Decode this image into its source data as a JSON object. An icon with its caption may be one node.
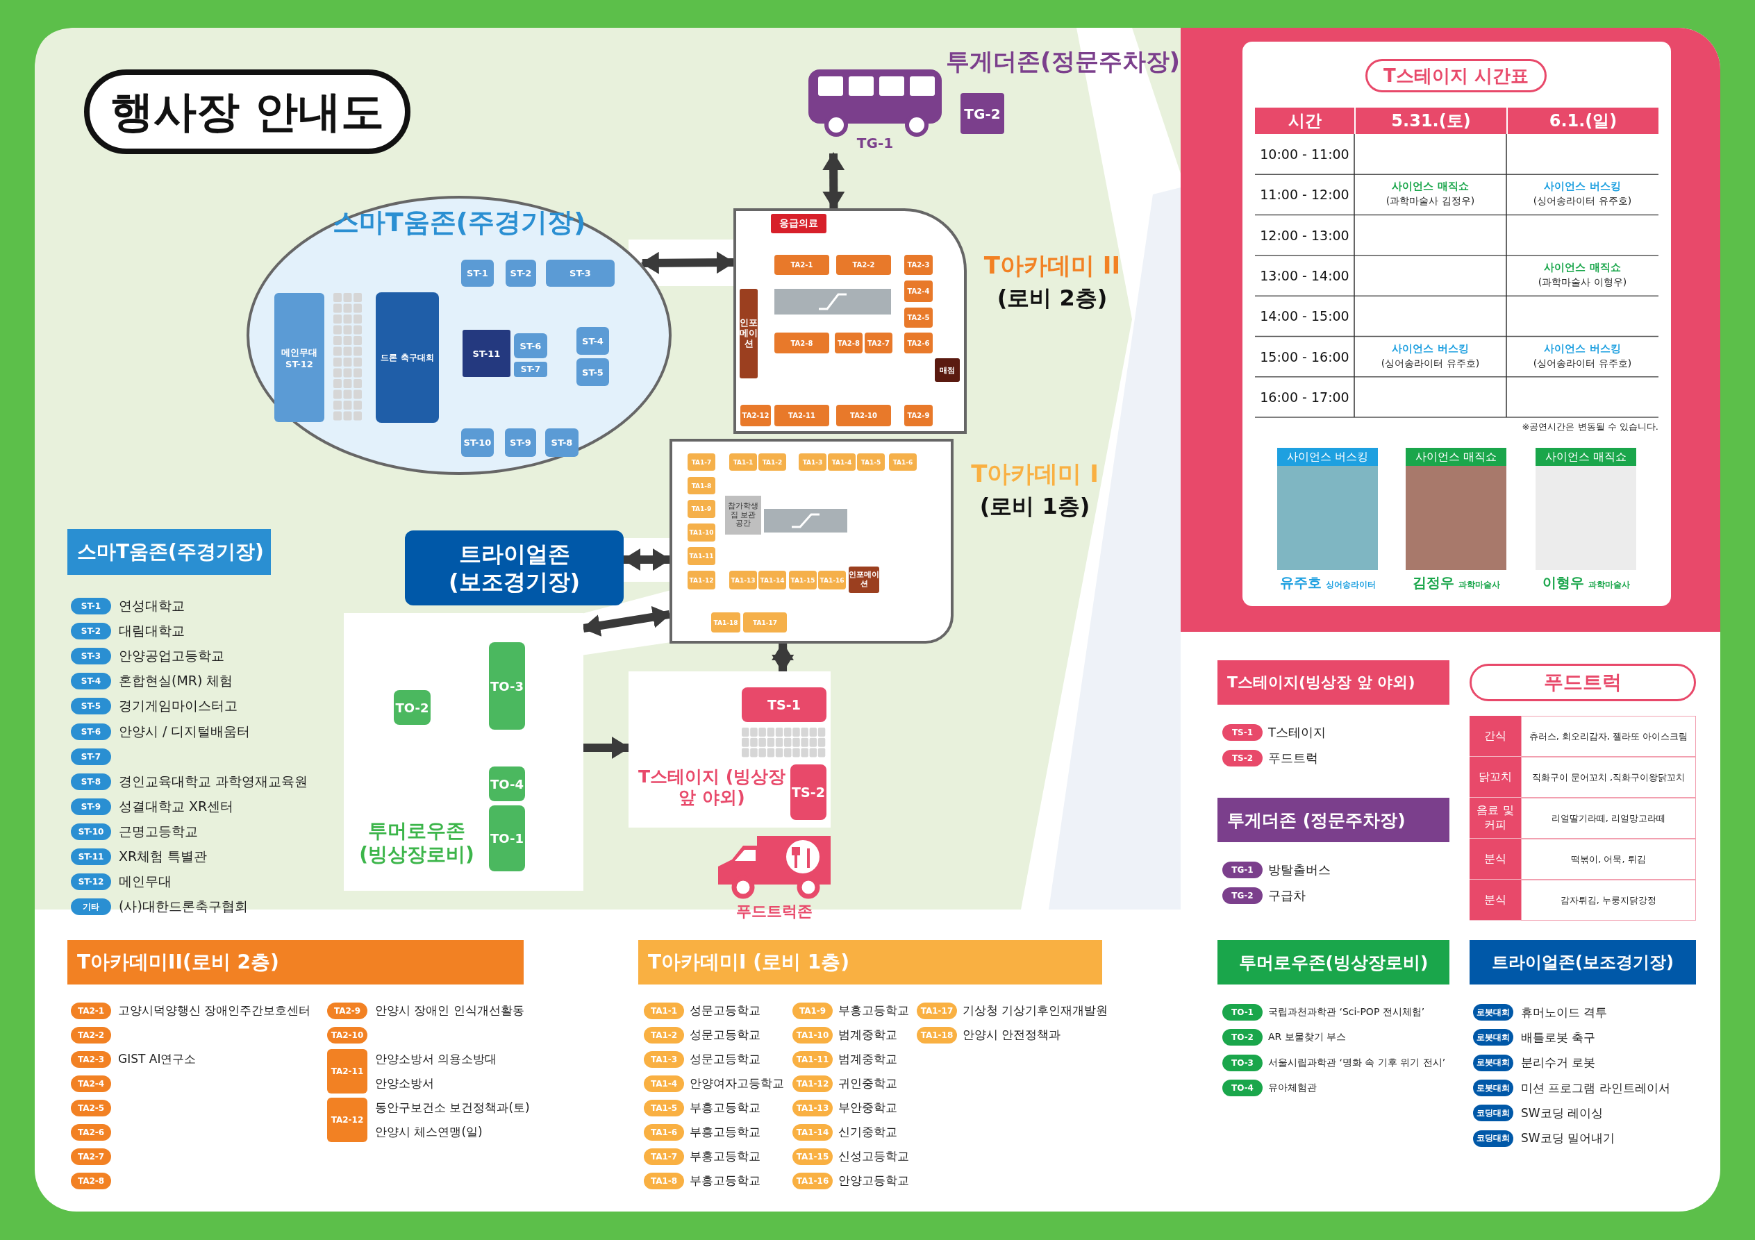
{
  "diagram": {
    "title": "행사장 안내도",
    "nodes": [
      {
        "text": [
          "TG-1"
        ]
      },
      {
        "text": [
          "TG-2"
        ]
      },
      {
        "text": [
          "스마T움존(주경기장)"
        ]
      },
      {
        "text": [
          "ST-1"
        ],
        "in": 2
      },
      {
        "text": [
          "ST-2"
        ],
        "in": 2
      },
      {
        "text": [
          "ST-3"
        ],
        "in": 2
      },
      {
        "text": [
          "메인무대",
          "ST-12"
        ],
        "in": 2
      },
      {
        "text": [
          "드론 축구대회"
        ],
        "in": 2
      },
      {
        "text": [
          "ST-11"
        ],
        "in": 2
      },
      {
        "text": [
          "ST-6"
        ],
        "in": 2
      },
      {
        "text": [
          "ST-4"
        ],
        "in": 2
      },
      {
        "text": [
          "ST-7"
        ],
        "in": 2
      },
      {
        "text": [
          "ST-5"
        ],
        "in": 2
      },
      {
        "text": [
          "ST-10"
        ],
        "in": 2
      },
      {
        "text": [
          "ST-9"
        ],
        "in": 2
      },
      {
        "text": [
          "ST-8"
        ],
        "in": 2
      },
      {
        "text": [
          "T아카데미 II",
          "(로비 2층)"
        ]
      },
      {
        "text": [
          "응급의료"
        ],
        "in": 16
      },
      {
        "text": [
          "TA2-1"
        ],
        "in": 16
      },
      {
        "text": [
          "TA2-2"
        ],
        "in": 16
      },
      {
        "text": [
          "TA2-3"
        ],
        "in": 16
      },
      {
        "text": [
          "TA2-4"
        ],
        "in": 16
      },
      {
        "text": [
          "인포메이션"
        ],
        "in": 16
      },
      {
        "text": [
          "TA2-5"
        ],
        "in": 16
      },
      {
        "text": [
          "TA2-8"
        ],
        "in": 16
      },
      {
        "text": [
          "TA2-8"
        ],
        "in": 16
      },
      {
        "text": [
          "TA2-7"
        ],
        "in": 16
      },
      {
        "text": [
          "TA2-6"
        ],
        "in": 16
      },
      {
        "text": [
          "매점"
        ],
        "in": 16
      },
      {
        "text": [
          "TA2-12"
        ],
        "in": 16
      },
      {
        "text": [
          "TA2-11"
        ],
        "in": 16
      },
      {
        "text": [
          "TA2-10"
        ],
        "in": 16
      },
      {
        "text": [
          "TA2-9"
        ],
        "in": 16
      },
      {
        "text": [
          "T아카데미 I",
          "(로비 1층)"
        ]
      },
      {
        "text": [
          "TA1-7"
        ],
        "in": 33
      },
      {
        "text": [
          "TA1-1"
        ],
        "in": 33
      },
      {
        "text": [
          "TA1-2"
        ],
        "in": 33
      },
      {
        "text": [
          "TA1-3"
        ],
        "in": 33
      },
      {
        "text": [
          "TA1-4"
        ],
        "in": 33
      },
      {
        "text": [
          "TA1-5"
        ],
        "in": 33
      },
      {
        "text": [
          "TA1-6"
        ],
        "in": 33
      },
      {
        "text": [
          "TA1-8"
        ],
        "in": 33
      },
      {
        "text": [
          "TA1-9"
        ],
        "in": 33
      },
      {
        "text": [
          "참가학생 짐 보관 공간"
        ],
        "in": 33
      },
      {
        "text": [
          "TA1-10"
        ],
        "in": 33
      },
      {
        "text": [
          "TA1-11"
        ],
        "in": 33
      },
      {
        "text": [
          "TA1-12"
        ],
        "in": 33
      },
      {
        "text": [
          "TA1-13"
        ],
        "in": 33
      },
      {
        "text": [
          "TA1-14"
        ],
        "in": 33
      },
      {
        "text": [
          "TA1-15"
        ],
        "in": 33
      },
      {
        "text": [
          "TA1-16"
        ],
        "in": 33
      },
      {
        "text": [
          "인포메이션"
        ],
        "in": 33
      },
      {
        "text": [
          "TA1-18"
        ],
        "in": 33
      },
      {
        "text": [
          "TA1-17"
        ],
        "in": 33
      },
      {
        "text": [
          "트라이얼존 (보조경기장)"
        ]
      },
      {
        "text": [
          "투머로우존 (빙상장로비)"
        ]
      },
      {
        "text": [
          "TO-2"
        ],
        "in": 55
      },
      {
        "text": [
          "TO-3"
        ],
        "in": 55
      },
      {
        "text": [
          "TO-4"
        ],
        "in": 55
      },
      {
        "text": [
          "TO-1"
        ],
        "in": 55
      },
      {
        "text": [
          "T스테이지 (빙상장 앞 야외)"
        ]
      },
      {
        "text": [
          "TS-1"
        ],
        "in": 60
      },
      {
        "text": [
          "TS-2"
        ],
        "in": 60
      },
      {
        "text": [
          "푸드트럭존"
        ]
      }
    ],
    "edges": [
      {
        "from": 16,
        "to": 0,
        "arrow": "both"
      },
      {
        "from": 2,
        "to": 16,
        "arrow": "both"
      },
      {
        "from": 54,
        "to": 33,
        "arrow": "both"
      },
      {
        "from": 55,
        "to": 33,
        "arrow": "both"
      },
      {
        "from": 33,
        "to": 60,
        "arrow": "both"
      },
      {
        "from": 55,
        "to": 60,
        "arrow": "to"
      }
    ],
    "labels": [
      "투게더존(정문주차장)",
      "T스테이지 시간표",
      "시간",
      "5.31.(토)",
      "6.1.(일)",
      "10:00 - 11:00",
      "11:00 - 12:00",
      "사이언스 매직쇼",
      "(과학마술사 김정우)",
      "사이언스 버스킹",
      "(싱어송라이터 유주호)",
      "12:00 - 13:00",
      "13:00 - 14:00",
      "사이언스 매직쇼",
      "(과학마술사 이형우)",
      "14:00 - 15:00",
      "15:00 - 16:00",
      "사이언스 버스킹",
      "(싱어송라이터 유주호)",
      "사이언스 버스킹",
      "(싱어송라이터 유주호)",
      "16:00 - 17:00",
      "※공연시간은 변동될 수 있습니다.",
      "사이언스 버스킹",
      "유주호",
      "싱어송라이터",
      "사이언스 매직쇼",
      "김정우",
      "과학마술사",
      "사이언스 매직쇼",
      "이형우",
      "과학마술사",
      "스마T움존(주경기장)",
      "ST-1",
      "연성대학교",
      "ST-2",
      "대림대학교",
      "ST-3",
      "안양공업고등학교",
      "ST-4",
      "혼합현실(MR) 체험",
      "ST-5",
      "경기게임마이스터고",
      "ST-6",
      "안양시 / 디지털배움터",
      "ST-7",
      "ST-8",
      "경인교육대학교 과학영재교육원",
      "ST-9",
      "성결대학교 XR센터",
      "ST-10",
      "근명고등학교",
      "ST-11",
      "XR체험 특별관",
      "ST-12",
      "메인무대",
      "기타",
      "(사)대한드론축구협회",
      "T스테이지(빙상장 앞 야외)",
      "TS-1",
      "T스테이지",
      "TS-2",
      "푸드트럭",
      "푸드트럭",
      "간식",
      "츄러스, 회오리감자, 젤라또 아이스크림",
      "닭꼬치",
      "직화구이 문어꼬치 ,직화구이왕닭꼬치",
      "음료 및 커피",
      "리얼딸기라떼, 리얼망고라떼",
      "분식",
      "떡볶이, 어묵, 튀김",
      "분식",
      "감자튀김, 누룽지닭강정",
      "투게더존 (정문주차장)",
      "TG-1",
      "방탈출버스",
      "TG-2",
      "구급차",
      "투머로우존(빙상장로비)",
      "TO-1",
      "국립과천과학관 ‘Sci-POP 전시체험’",
      "TO-2",
      "AR 보물찾기 부스",
      "TO-3",
      "서울시립과학관 ‘명화 속 기후 위기 전시’",
      "TO-4",
      "유아체험관",
      "트라이얼존(보조경기장)",
      "로봇대회",
      "휴머노이드 격투",
      "로봇대회",
      "배틀로봇 축구",
      "로봇대회",
      "분리수거 로봇",
      "로봇대회",
      "미션 프로그램 라인트레이서",
      "코딩대회",
      "SW코딩 레이싱",
      "코딩대회",
      "SW코딩 밀어내기",
      "T아카데미II(로비 2층)",
      "TA2-1",
      "고양시덕양행신 장애인주간보호센터",
      "TA2-2",
      "TA2-3",
      "GIST AI연구소",
      "TA2-4",
      "TA2-5",
      "TA2-6",
      "TA2-7",
      "TA2-8",
      "TA2-9",
      "안양시 장애인 인식개선활동",
      "TA2-10",
      "TA2-11",
      "안양소방서 의용소방대",
      "안양소방서",
      "TA2-12",
      "동안구보건소 보건정책과(토)",
      "안양시 체스연맹(일)",
      "T아카데미I (로비 1층)",
      "TA1-1",
      "성문고등학교",
      "TA1-2",
      "성문고등학교",
      "TA1-3",
      "성문고등학교",
      "TA1-4",
      "안양여자고등학교",
      "TA1-5",
      "부흥고등학교",
      "TA1-6",
      "부흥고등학교",
      "TA1-7",
      "부흥고등학교",
      "TA1-8",
      "부흥고등학교",
      "TA1-9",
      "부흥고등학교",
      "TA1-10",
      "범계중학교",
      "TA1-11",
      "범계중학교",
      "TA1-12",
      "귀인중학교",
      "TA1-13",
      "부안중학교",
      "TA1-14",
      "신기중학교",
      "TA1-15",
      "신성고등학교",
      "TA1-16",
      "안양고등학교",
      "TA1-17",
      "기상청 기상기후인재개발원",
      "TA1-18",
      "안양시 안전정책과"
    ]
  }
}
